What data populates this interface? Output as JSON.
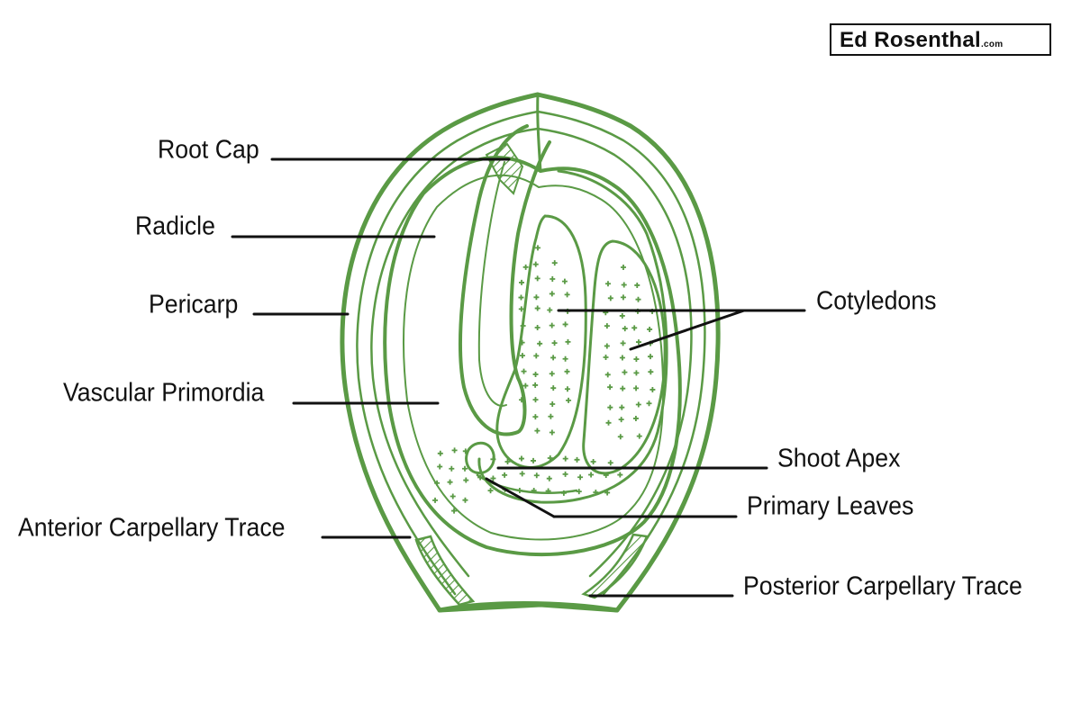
{
  "brand": {
    "name": "Ed Rosenthal",
    "suffix": ".com"
  },
  "colors": {
    "seed_stroke": "#5a9a45",
    "label_text": "#111111",
    "background": "#ffffff"
  },
  "labels": {
    "root_cap": "Root Cap",
    "radicle": "Radicle",
    "pericarp": "Pericarp",
    "vascular_primordia": "Vascular Primordia",
    "anterior_carpellary_trace": "Anterior Carpellary Trace",
    "cotyledons": "Cotyledons",
    "shoot_apex": "Shoot Apex",
    "primary_leaves": "Primary Leaves",
    "posterior_carpellary_trace": "Posterior Carpellary Trace"
  }
}
